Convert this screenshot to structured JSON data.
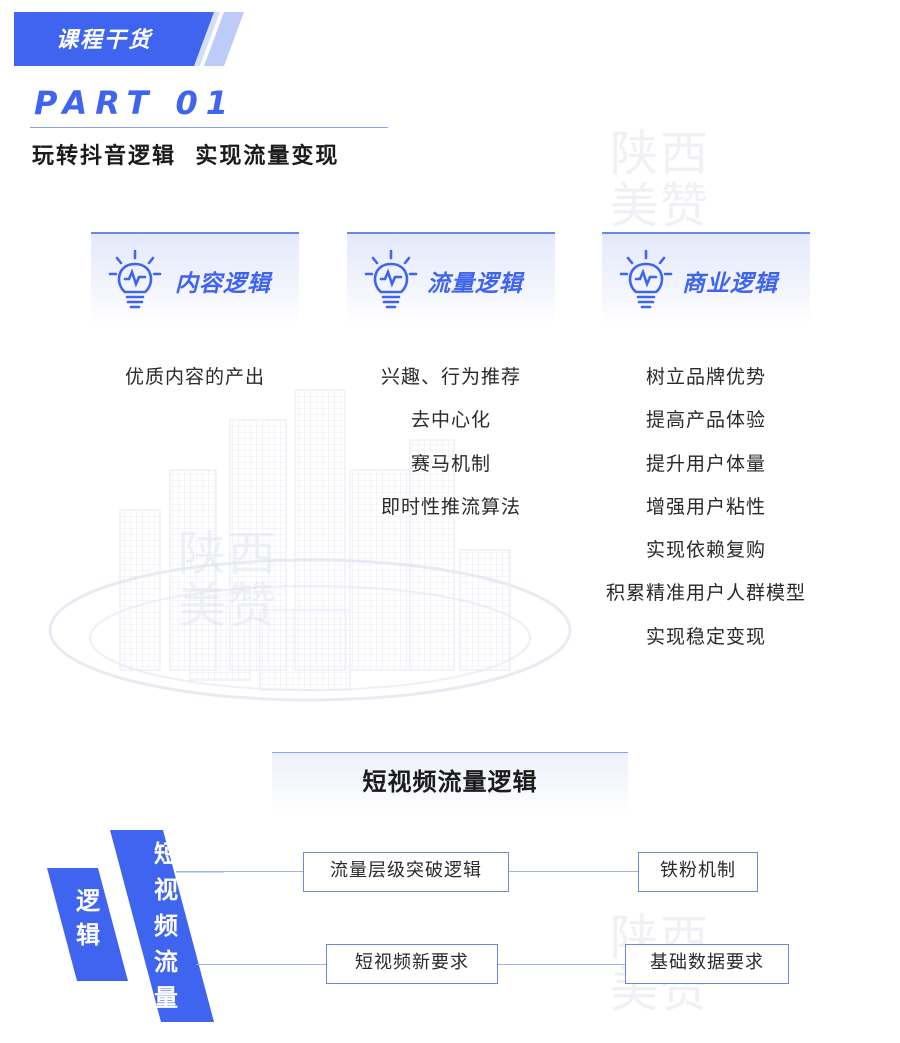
{
  "header": {
    "tag": "课程干货",
    "part": "PART 01",
    "subtitle": "玩转抖音逻辑  实现流量变现"
  },
  "watermark": [
    "陕西",
    "美赞"
  ],
  "cards": [
    {
      "title": "内容逻辑",
      "items": [
        "优质内容的产出"
      ]
    },
    {
      "title": "流量逻辑",
      "items": [
        "兴趣、行为推荐",
        "去中心化",
        "赛马机制",
        "即时性推流算法"
      ]
    },
    {
      "title": "商业逻辑",
      "items": [
        "树立品牌优势",
        "提高产品体验",
        "提升用户体量",
        "增强用户粘性",
        "实现依赖复购",
        "积累精准用户人群模型",
        "实现稳定变现"
      ]
    }
  ],
  "section2": {
    "title": "短视频流量逻辑",
    "left_label": "逻辑",
    "right_label": "短视频流量",
    "rows": [
      {
        "middle": "流量层级突破逻辑",
        "right": "铁粉机制"
      },
      {
        "middle": "短视频新要求",
        "right": "基础数据要求"
      }
    ]
  },
  "colors": {
    "accent": "#3f64f0",
    "accent_light": "#6a86f2",
    "line": "#9fb0ee"
  }
}
